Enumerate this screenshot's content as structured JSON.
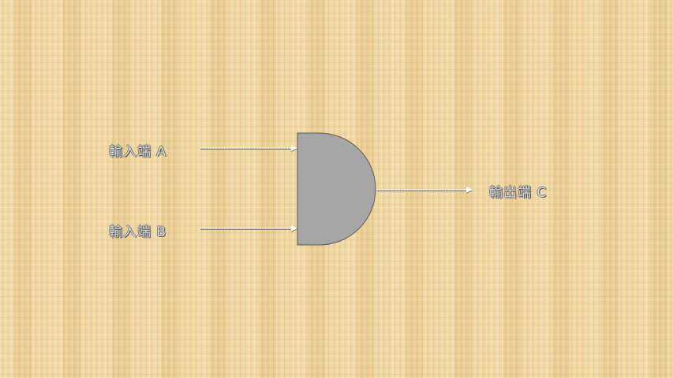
{
  "labels": {
    "input_a": "輸入端 A",
    "input_b": "輸入端 B",
    "output_c": "輸出端 C"
  },
  "gate": {
    "shape": "and-gate",
    "fill_color": "#a6a6a6",
    "stroke_color": "#595959"
  },
  "wire_color": "#ffffff",
  "background_color": "#efd59b"
}
